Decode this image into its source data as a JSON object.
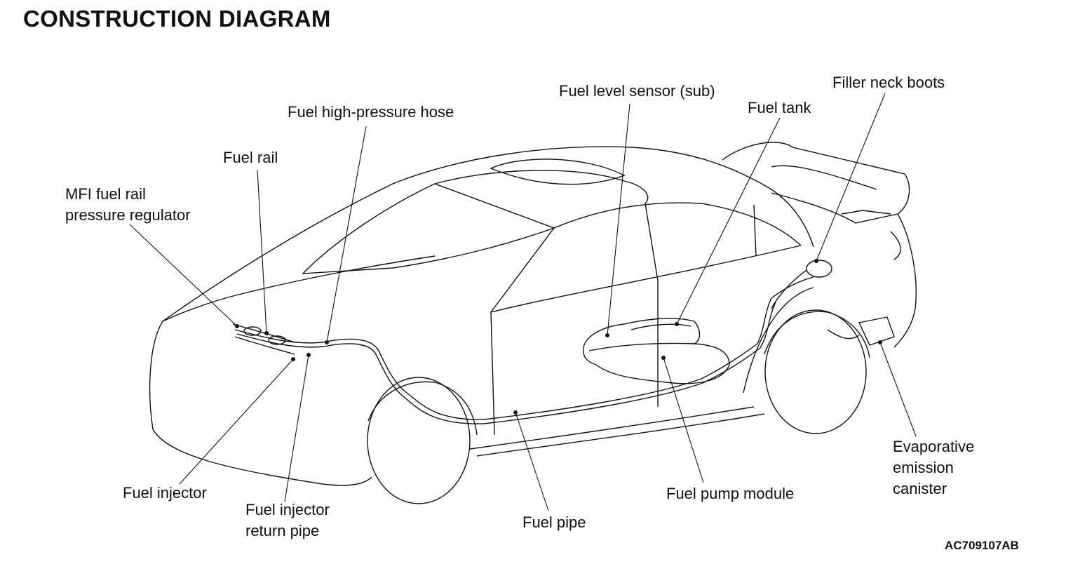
{
  "title": "CONSTRUCTION DIAGRAM",
  "figure_code": "AC709107AB",
  "labels": {
    "mfi_regulator": [
      "MFI fuel rail",
      "pressure regulator"
    ],
    "fuel_rail": "Fuel rail",
    "fuel_hp_hose": "Fuel high-pressure hose",
    "fuel_level_sensor": "Fuel level sensor (sub)",
    "fuel_tank": "Fuel tank",
    "filler_neck_boots": "Filler neck boots",
    "fuel_injector": "Fuel injector",
    "fuel_injector_return_pipe": [
      "Fuel injector",
      "return pipe"
    ],
    "fuel_pipe": "Fuel pipe",
    "fuel_pump_module": "Fuel pump module",
    "evap_canister": [
      "Evaporative",
      "emission",
      "canister"
    ]
  }
}
